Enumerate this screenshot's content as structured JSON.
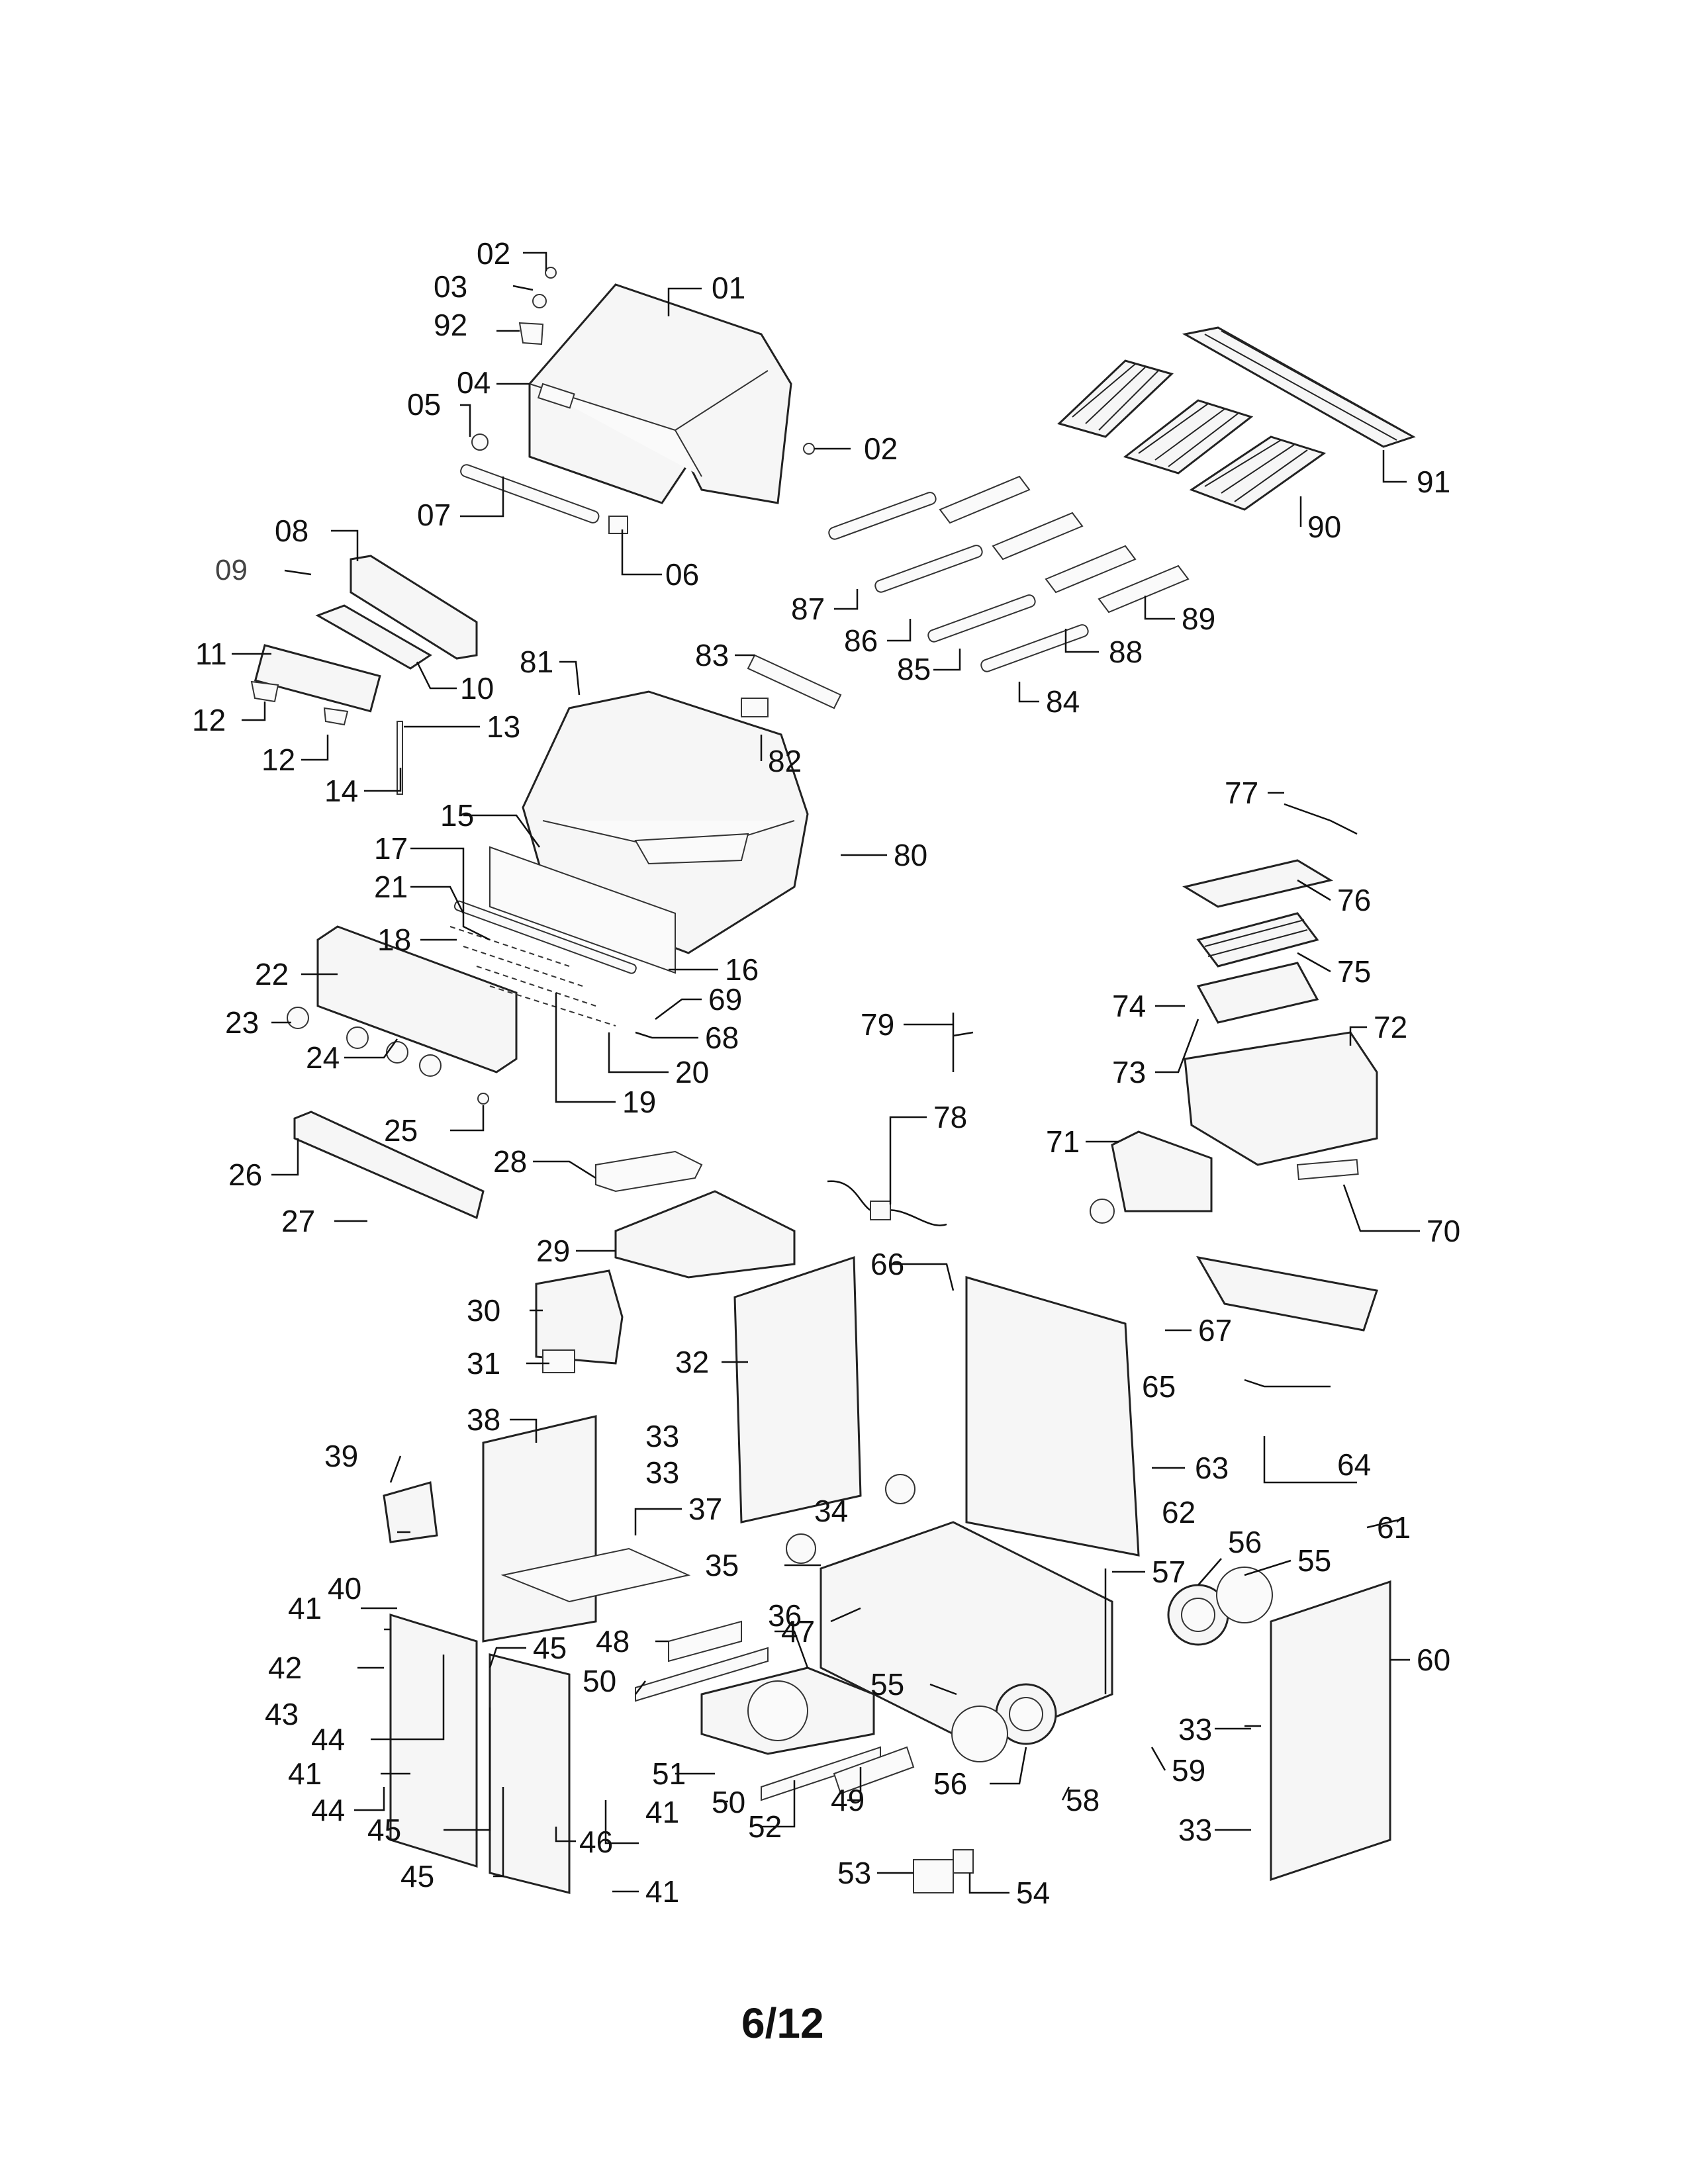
{
  "callouts": [
    "02",
    "03",
    "92",
    "01",
    "04",
    "05",
    "02",
    "07",
    "06",
    "91",
    "90",
    "89",
    "88",
    "87",
    "86",
    "85",
    "84",
    "08",
    "09",
    "10",
    "11",
    "12",
    "13",
    "12",
    "14",
    "81",
    "83",
    "82",
    "80",
    "15",
    "17",
    "21",
    "18",
    "16",
    "22",
    "23",
    "69",
    "68",
    "20",
    "24",
    "25",
    "19",
    "79",
    "78",
    "77",
    "76",
    "75",
    "74",
    "73",
    "72",
    "71",
    "70",
    "26",
    "27",
    "28",
    "29",
    "30",
    "31",
    "32",
    "66",
    "67",
    "65",
    "64",
    "33",
    "33",
    "34",
    "63",
    "62",
    "61",
    "38",
    "39",
    "37",
    "35",
    "36",
    "40",
    "41",
    "42",
    "43",
    "44",
    "41",
    "45",
    "44",
    "45",
    "45",
    "48",
    "50",
    "47",
    "57",
    "56",
    "55",
    "60",
    "55",
    "56",
    "58",
    "59",
    "33",
    "33",
    "41",
    "51",
    "50",
    "52",
    "49",
    "46",
    "41",
    "53",
    "54"
  ],
  "page_number": "6/12"
}
